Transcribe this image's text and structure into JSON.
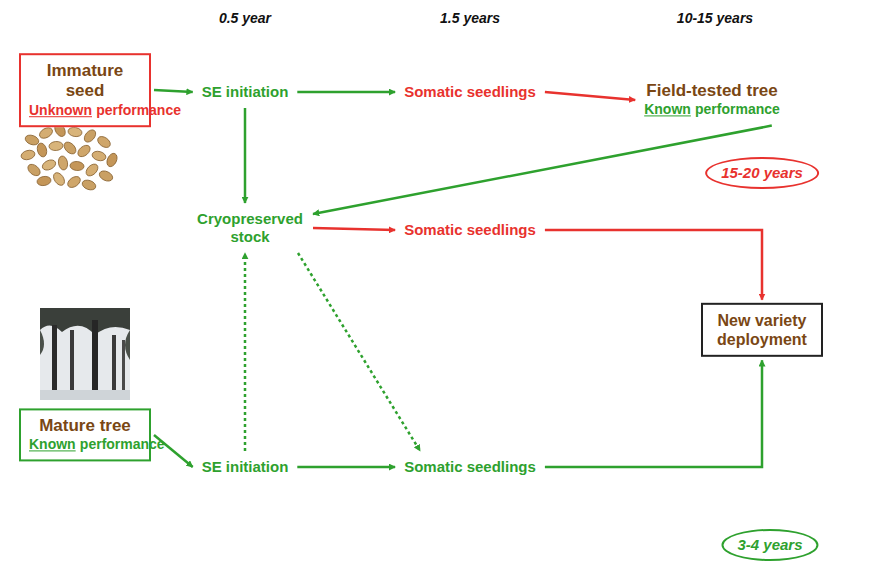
{
  "diagram": {
    "nodes": [
      {
        "text": [
          "Immature seed",
          "Unknown",
          "performance"
        ]
      },
      {
        "text": [
          "SE initiation"
        ]
      },
      {
        "text": [
          "Somatic seedlings"
        ]
      },
      {
        "text": [
          "Field-tested tree",
          "Known",
          "performance"
        ]
      },
      {
        "text": [
          "15-20 years"
        ]
      },
      {
        "text": [
          "Cryopreserved stock"
        ]
      },
      {
        "text": [
          "Somatic seedlings"
        ]
      },
      {
        "text": [
          "New variety deployment"
        ]
      },
      {
        "text": [
          "Mature tree",
          "Known",
          "performance"
        ]
      },
      {
        "text": [
          "SE initiation"
        ]
      },
      {
        "text": [
          "Somatic seedlings"
        ]
      },
      {
        "text": [
          "3-4 years"
        ]
      }
    ],
    "edges": [
      {
        "from": 0,
        "to": 1,
        "arrow": "to"
      },
      {
        "from": 1,
        "to": 2,
        "arrow": "to"
      },
      {
        "from": 2,
        "to": 3,
        "arrow": "to"
      },
      {
        "from": 1,
        "to": 5,
        "arrow": "to"
      },
      {
        "from": 3,
        "to": 5,
        "arrow": "to"
      },
      {
        "from": 5,
        "to": 6,
        "arrow": "to"
      },
      {
        "from": 6,
        "to": 7,
        "arrow": "to"
      },
      {
        "from": 8,
        "to": 9,
        "arrow": "to"
      },
      {
        "from": 9,
        "to": 5,
        "arrow": "to"
      },
      {
        "from": 5,
        "to": 10,
        "arrow": "to"
      },
      {
        "from": 9,
        "to": 10,
        "arrow": "to"
      },
      {
        "from": 10,
        "to": 7,
        "arrow": "to"
      }
    ],
    "labels": [
      "0.5 year",
      "1.5 years",
      "10-15 years"
    ]
  }
}
